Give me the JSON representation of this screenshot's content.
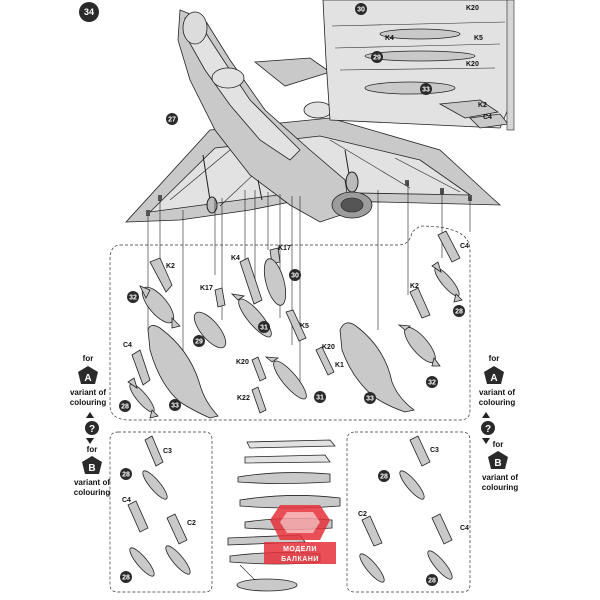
{
  "page": {
    "step_number": "34"
  },
  "aircraft": {
    "part_27": "27"
  },
  "detail_view": {
    "labels": {
      "p30": "30",
      "k20_top": "K20",
      "k4": "K4",
      "k5": "K5",
      "p29": "29",
      "k20_mid": "K20",
      "p33": "33",
      "k2": "K2",
      "c4": "C4"
    }
  },
  "variant_a_panel": {
    "left_labels": {
      "k2": "K2",
      "p32": "32",
      "c4": "C4",
      "p28": "28",
      "p33": "33"
    },
    "center_labels": {
      "k4": "K4",
      "k17_top": "K17",
      "k17": "K17",
      "p29": "29",
      "p31a": "31",
      "k20a": "K20",
      "k22": "K22",
      "k5": "K5",
      "k20b": "K20",
      "k1": "K1",
      "p31b": "31",
      "p30": "30"
    },
    "right_labels": {
      "p33": "33",
      "c4": "C4",
      "p28": "28",
      "k2": "K2",
      "p32": "32"
    }
  },
  "variant_b_panel": {
    "left_labels": {
      "p28a": "28",
      "c3": "C3",
      "c4": "C4",
      "c2": "C2",
      "p28b": "28"
    },
    "right_labels": {
      "c3": "C3",
      "p28a": "28",
      "c2": "C2",
      "c4": "C4",
      "p28b": "28"
    }
  },
  "legend_a": {
    "for": "for",
    "badge": "A",
    "line1": "variant of",
    "line2": "colouring"
  },
  "legend_b": {
    "for": "for",
    "badge": "B",
    "line1": "variant of",
    "line2": "colouring"
  },
  "legend_a_right": {
    "for": "for",
    "badge": "A",
    "line1": "variant of",
    "line2": "colouring"
  },
  "legend_b_right": {
    "for": "for",
    "badge": "B",
    "line1": "variant of",
    "line2": "colouring"
  },
  "question_mark": "?",
  "watermark": {
    "line1": "МОДЕЛИ",
    "line2": "БАЛКАНИ"
  },
  "colors": {
    "part_fill": "#c9c9c9",
    "badge": "#2a2a2a",
    "watermark": "#e6313a"
  }
}
